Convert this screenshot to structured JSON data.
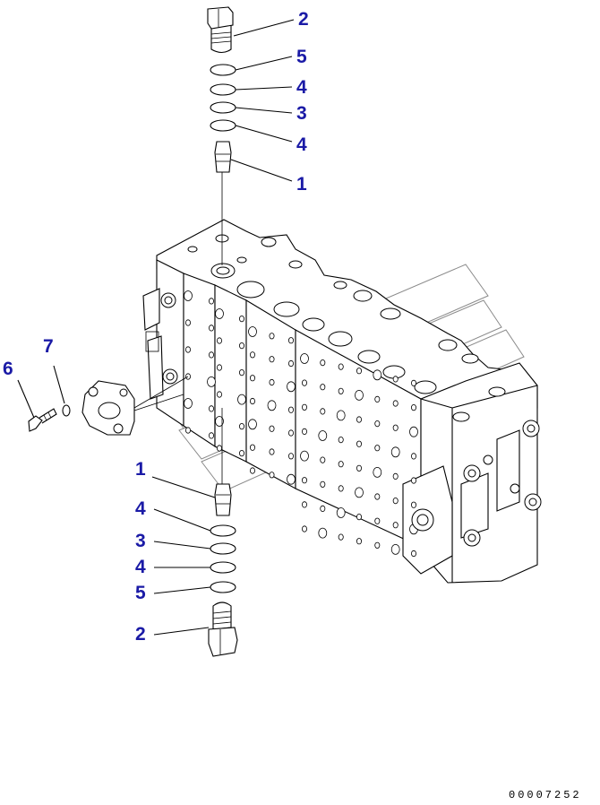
{
  "figure_id": "00007252",
  "callouts": {
    "top_plug": "2",
    "top_backup_ring_upper": "5",
    "top_oring_upper": "4",
    "top_ring_middle": "3",
    "top_oring_lower": "4",
    "top_valve": "1",
    "side_washer": "7",
    "side_bolt": "6",
    "bottom_valve": "1",
    "bottom_oring_upper": "4",
    "bottom_ring_middle": "3",
    "bottom_oring_lower": "4",
    "bottom_backup_ring": "5",
    "bottom_plug": "2"
  },
  "colors": {
    "callout_text": "#1a1aa6",
    "line_art": "#000000",
    "watermark": "#8a8a8a",
    "background": "#ffffff"
  }
}
